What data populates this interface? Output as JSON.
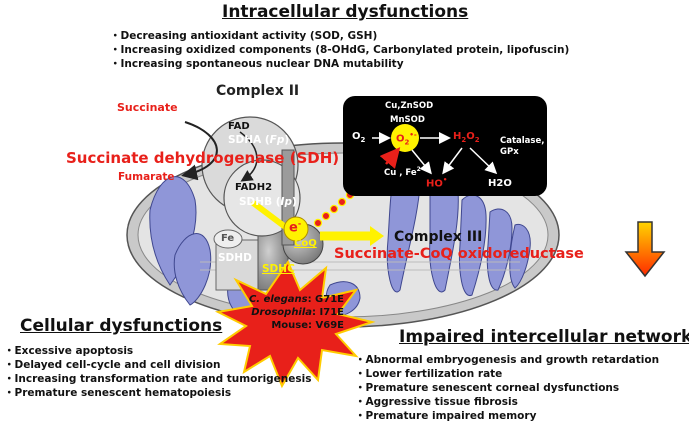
{
  "intracellular": {
    "title": "Intracellular dysfunctions",
    "items": [
      "Decreasing antioxidant activity (SOD, GSH)",
      "Increasing oxidized components (8-OHdG, Carbonylated protein, lipofuscin)",
      "Increasing spontaneous nuclear DNA mutability"
    ]
  },
  "complex2": {
    "title": "Complex II",
    "succinate": "Succinate",
    "sdh": "Succinate dehydrogenase (SDH)",
    "fumarate": "Fumarate",
    "fad": "FAD",
    "sdha_prefix": "SDHA (",
    "sdha_italic": "Fp",
    "sdha_suffix": ")",
    "fadh2": "FADH2",
    "sdhb_prefix": "SDHB (",
    "sdhb_italic": "Ip",
    "sdhb_suffix": ")",
    "fe": "Fe",
    "sdhd": "SDHD",
    "sdhc": "SDHC",
    "coq": "CoQ",
    "electron": "e",
    "electron_sup": "-"
  },
  "complex3": {
    "title": "Complex III",
    "oxidoreductase": "Succinate-CoQ oxidoreductase"
  },
  "ros_box": {
    "cuznsod": "Cu,ZnSOD",
    "mnsod": "MnSOD",
    "o2": "O",
    "o2_sub": "2",
    "superoxide": "O",
    "superoxide_sub": "2",
    "superoxide_sup": "•-",
    "h2o2_a": "H",
    "h2o2_sub1": "2",
    "h2o2_b": "O",
    "h2o2_sub2": "2",
    "catalase": "Catalase,",
    "gpx": "GPx",
    "cu_fe": "Cu , Fe",
    "cu_fe_sup": "2",
    "ho": "HO",
    "ho_sup": "•",
    "h2o": "H2O"
  },
  "mutations": {
    "celegans_species": "C. elegans",
    "celegans_mut": ": G71E",
    "drosophila_species": "Drosophila",
    "drosophila_mut": ": I71E",
    "mouse_species": "Mouse",
    "mouse_mut": ": V69E"
  },
  "cellular": {
    "title": "Cellular dysfunctions",
    "items": [
      "Excessive apoptosis",
      "Delayed cell-cycle and cell division",
      "Increasing transformation rate and tumorigenesis",
      "Premature senescent hematopoiesis"
    ]
  },
  "intercellular": {
    "title": "Impaired intercellular networks",
    "items": [
      "Abnormal embryogenesis and growth retardation",
      "Lower fertilization rate",
      "Premature senescent corneal dysfunctions",
      "Aggressive tissue fibrosis",
      "Premature impaired memory"
    ]
  },
  "colors": {
    "red": "#e8201a",
    "yellow": "#fff200",
    "cristae": "#8f96d8",
    "black_box": "#000000"
  }
}
